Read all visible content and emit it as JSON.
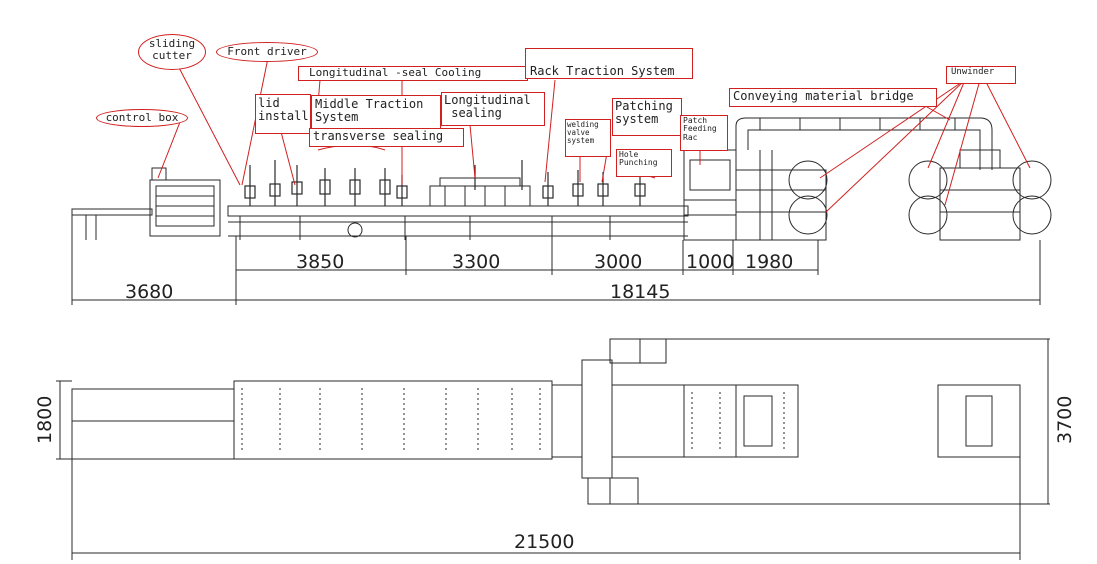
{
  "labels": {
    "sliding_cutter": "sliding\ncutter",
    "front_driver": "Front driver",
    "control_box": "control box",
    "lid_install": "lid\ninstall",
    "longitudinal_seal_cooling": "Longitudinal -seal Cooling",
    "middle_traction": "Middle Traction\nSystem",
    "transverse_sealing": "transverse sealing",
    "longitudinal_sealing": "Longitudinal\n sealing",
    "rack_traction": "Rack Traction System",
    "welding_valve": "welding\nvalve\nsystem",
    "patching_system": "Patching\nsystem",
    "hole_punching": "Hole\nPunching",
    "patch_feeding": "Patch\nFeeding\nRac",
    "conveying_bridge": "Conveying material bridge",
    "unwinder": "Unwinder"
  },
  "dimensions": {
    "seg_3850": "3850",
    "seg_3300": "3300",
    "seg_3000": "3000",
    "seg_1000": "1000",
    "seg_1980": "1980",
    "left_3680": "3680",
    "total_18145": "18145",
    "width_1800": "1800",
    "width_3700": "3700",
    "total_21500": "21500"
  },
  "colors": {
    "line": "#2a2a2a",
    "annotation": "#d02020"
  }
}
